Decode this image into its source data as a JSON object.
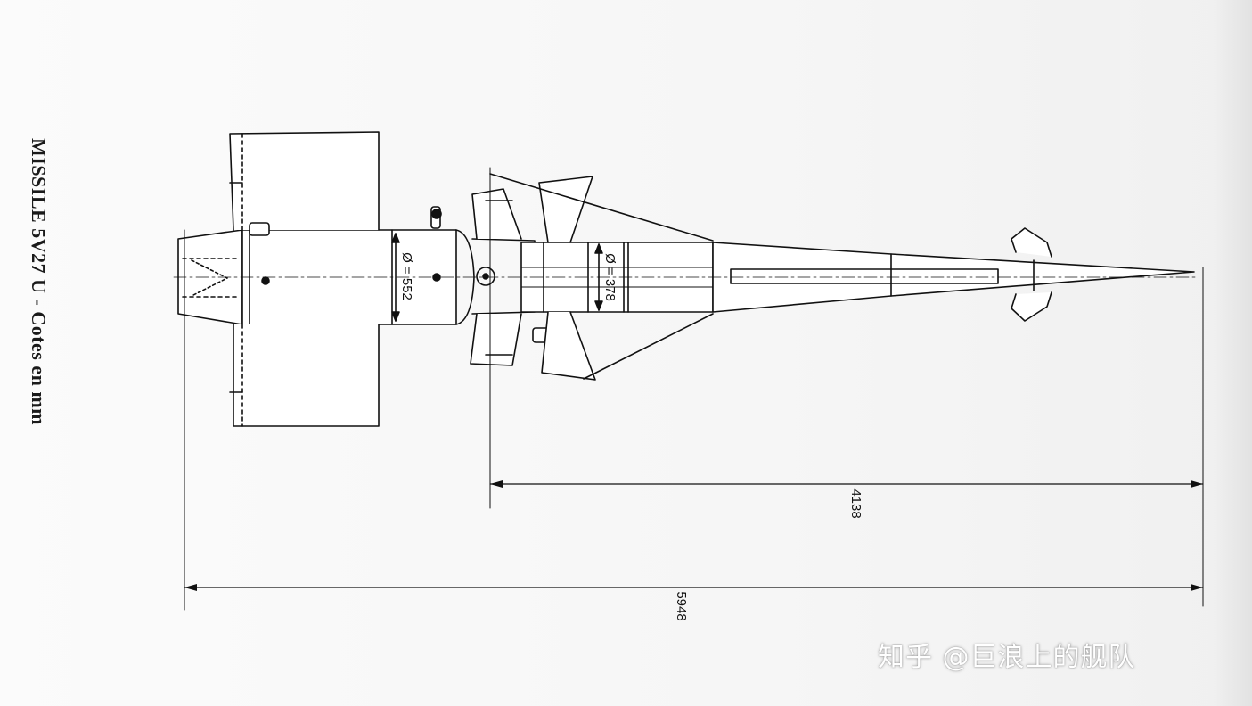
{
  "title": "MISSILE 5V27 U - Cotes en mm",
  "dimensions": {
    "body_diameter": "Ø = 552",
    "sustainer_diameter": "Ø = 378",
    "length_to_canards": "4138",
    "overall_length": "5948"
  },
  "watermark": "知乎 @巨浪上的舰队",
  "colors": {
    "ink": "#111111",
    "paper": "#f7f7f7",
    "bleed_text": "#d4d4d4"
  }
}
